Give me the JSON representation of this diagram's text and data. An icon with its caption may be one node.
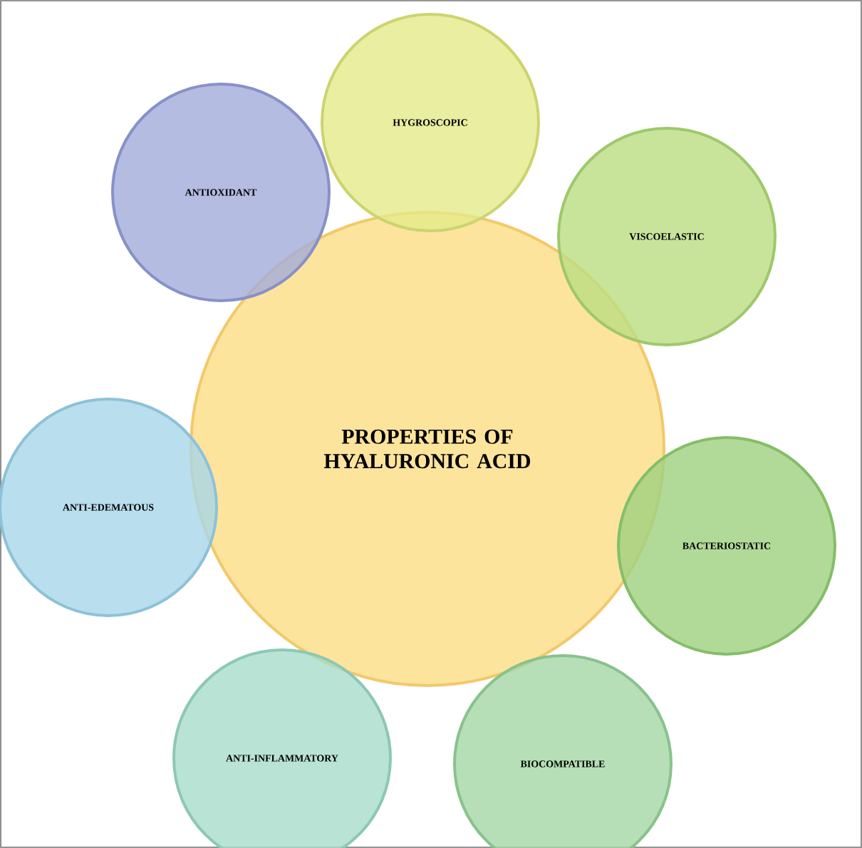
{
  "diagram": {
    "nodes": [
      {
        "text": [
          "PROPERTIES OF HYALURONIC ACID"
        ]
      },
      {
        "text": [
          "HYGROSCOPIC"
        ]
      },
      {
        "text": [
          "VISCOELASTIC"
        ]
      },
      {
        "text": [
          "BACTERIOSTATIC"
        ]
      },
      {
        "text": [
          "BIOCOMPATIBLE"
        ]
      },
      {
        "text": [
          "ANTI-INFLAMMATORY"
        ]
      },
      {
        "text": [
          "ANTI-EDEMATOUS"
        ]
      },
      {
        "text": [
          "ANTIOXIDANT"
        ]
      }
    ]
  }
}
